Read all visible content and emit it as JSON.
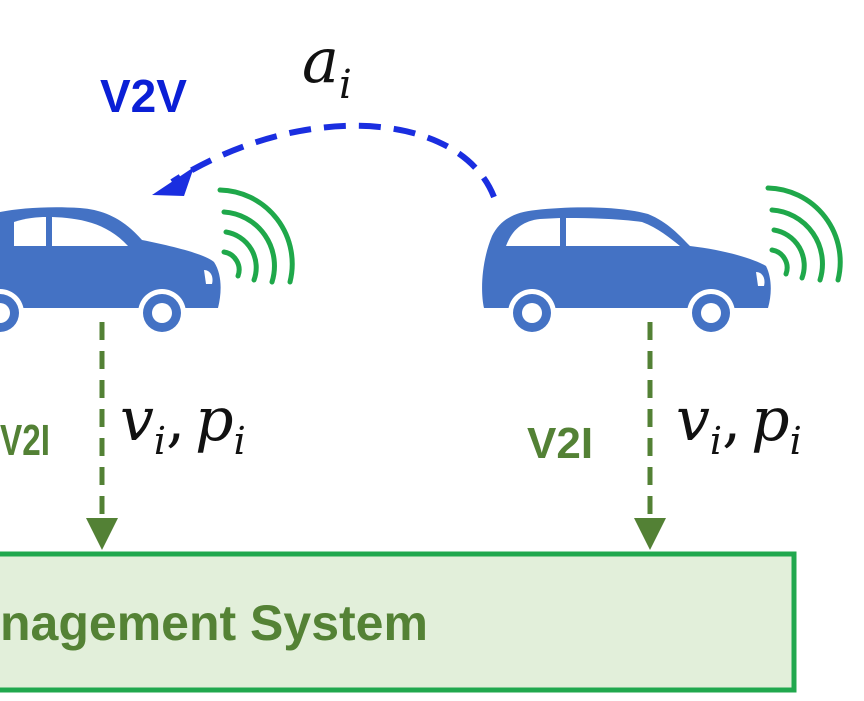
{
  "labels": {
    "v2v": "V2V",
    "action": "a",
    "action_sub": "i",
    "v2i_left": "V2I",
    "v2i_right": "V2I",
    "state_left_v": "v",
    "state_left_v_sub": "i",
    "state_left_sep": ",",
    "state_left_p": "p",
    "state_left_p_sub": "i",
    "state_right_v": "v",
    "state_right_v_sub": "i",
    "state_right_sep": ",",
    "state_right_p": "p",
    "state_right_p_sub": "i",
    "system_box": "nagement System"
  },
  "icons": {
    "left_car": "sedan-car-icon",
    "right_car": "hatchback-car-icon",
    "left_signal": "wireless-signal-icon",
    "right_signal": "wireless-signal-icon"
  },
  "colors": {
    "car_fill": "#4472C4",
    "v2v_blue": "#0A1FD6",
    "arrow_blue": "#1A2EE0",
    "signal_green": "#1FA84A",
    "v2i_green": "#538135",
    "box_fill": "#E2EFDA",
    "box_stroke": "#21A84E",
    "box_text": "#548235",
    "text_black": "#111111"
  }
}
